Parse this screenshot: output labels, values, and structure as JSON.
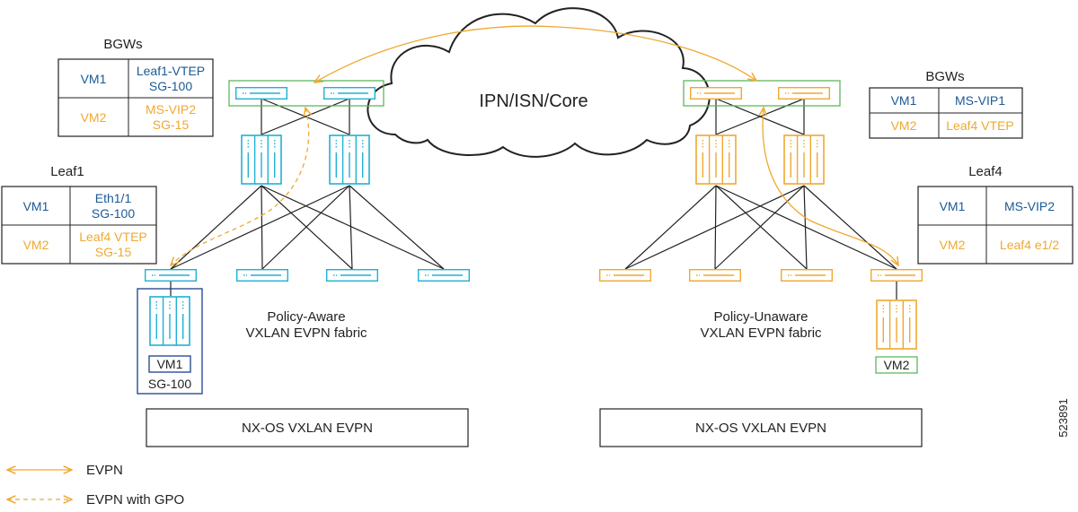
{
  "core_label": "IPN/ISN/Core",
  "left_bgw_table": {
    "title": "BGWs",
    "rows": [
      {
        "vm": "VM1",
        "line1": "Leaf1-VTEP",
        "line2": "SG-100",
        "tone": "blue"
      },
      {
        "vm": "VM2",
        "line1": "MS-VIP2",
        "line2": "SG-15",
        "tone": "orange"
      }
    ]
  },
  "leaf1_table": {
    "title": "Leaf1",
    "rows": [
      {
        "vm": "VM1",
        "line1": "Eth1/1",
        "line2": "SG-100",
        "tone": "blue"
      },
      {
        "vm": "VM2",
        "line1": "Leaf4 VTEP",
        "line2": "SG-15",
        "tone": "orange"
      }
    ]
  },
  "right_bgw_table": {
    "title": "BGWs",
    "rows": [
      {
        "vm": "VM1",
        "value": "MS-VIP1",
        "tone": "blue"
      },
      {
        "vm": "VM2",
        "value": "Leaf4 VTEP",
        "tone": "orange"
      }
    ]
  },
  "leaf4_table": {
    "title": "Leaf4",
    "rows": [
      {
        "vm": "VM1",
        "value": "MS-VIP2",
        "tone": "blue"
      },
      {
        "vm": "VM2",
        "value": "Leaf4 e1/2",
        "tone": "orange"
      }
    ]
  },
  "left_fabric": {
    "line1": "Policy-Aware",
    "line2": "VXLAN EVPN fabric"
  },
  "right_fabric": {
    "line1": "Policy-Unaware",
    "line2": "VXLAN EVPN fabric"
  },
  "left_host": {
    "vm": "VM1",
    "group": "SG-100"
  },
  "right_host": {
    "vm": "VM2"
  },
  "left_os_box": "NX-OS VXLAN EVPN",
  "right_os_box": "NX-OS VXLAN EVPN",
  "legend": [
    {
      "label": "EVPN",
      "style": "solid"
    },
    {
      "label": "EVPN with GPO",
      "style": "dashed"
    }
  ],
  "figure_id": "523891",
  "colors": {
    "blue_device": "#1fb1d6",
    "orange_device": "#f0a830",
    "blue_text": "#1b5a96",
    "orange_text": "#f0a830",
    "green_frame": "#5cb85c",
    "navy_frame": "#1b3f8b"
  }
}
